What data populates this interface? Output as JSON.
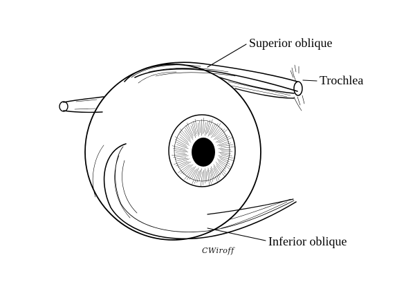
{
  "labels": {
    "superior_oblique": "Superior oblique",
    "trochlea": "Trochlea",
    "inferior_oblique": "Inferior oblique"
  },
  "signature": "CWiroff",
  "colors": {
    "ink": "#000000",
    "paper": "#ffffff",
    "pupil": "#000000"
  }
}
